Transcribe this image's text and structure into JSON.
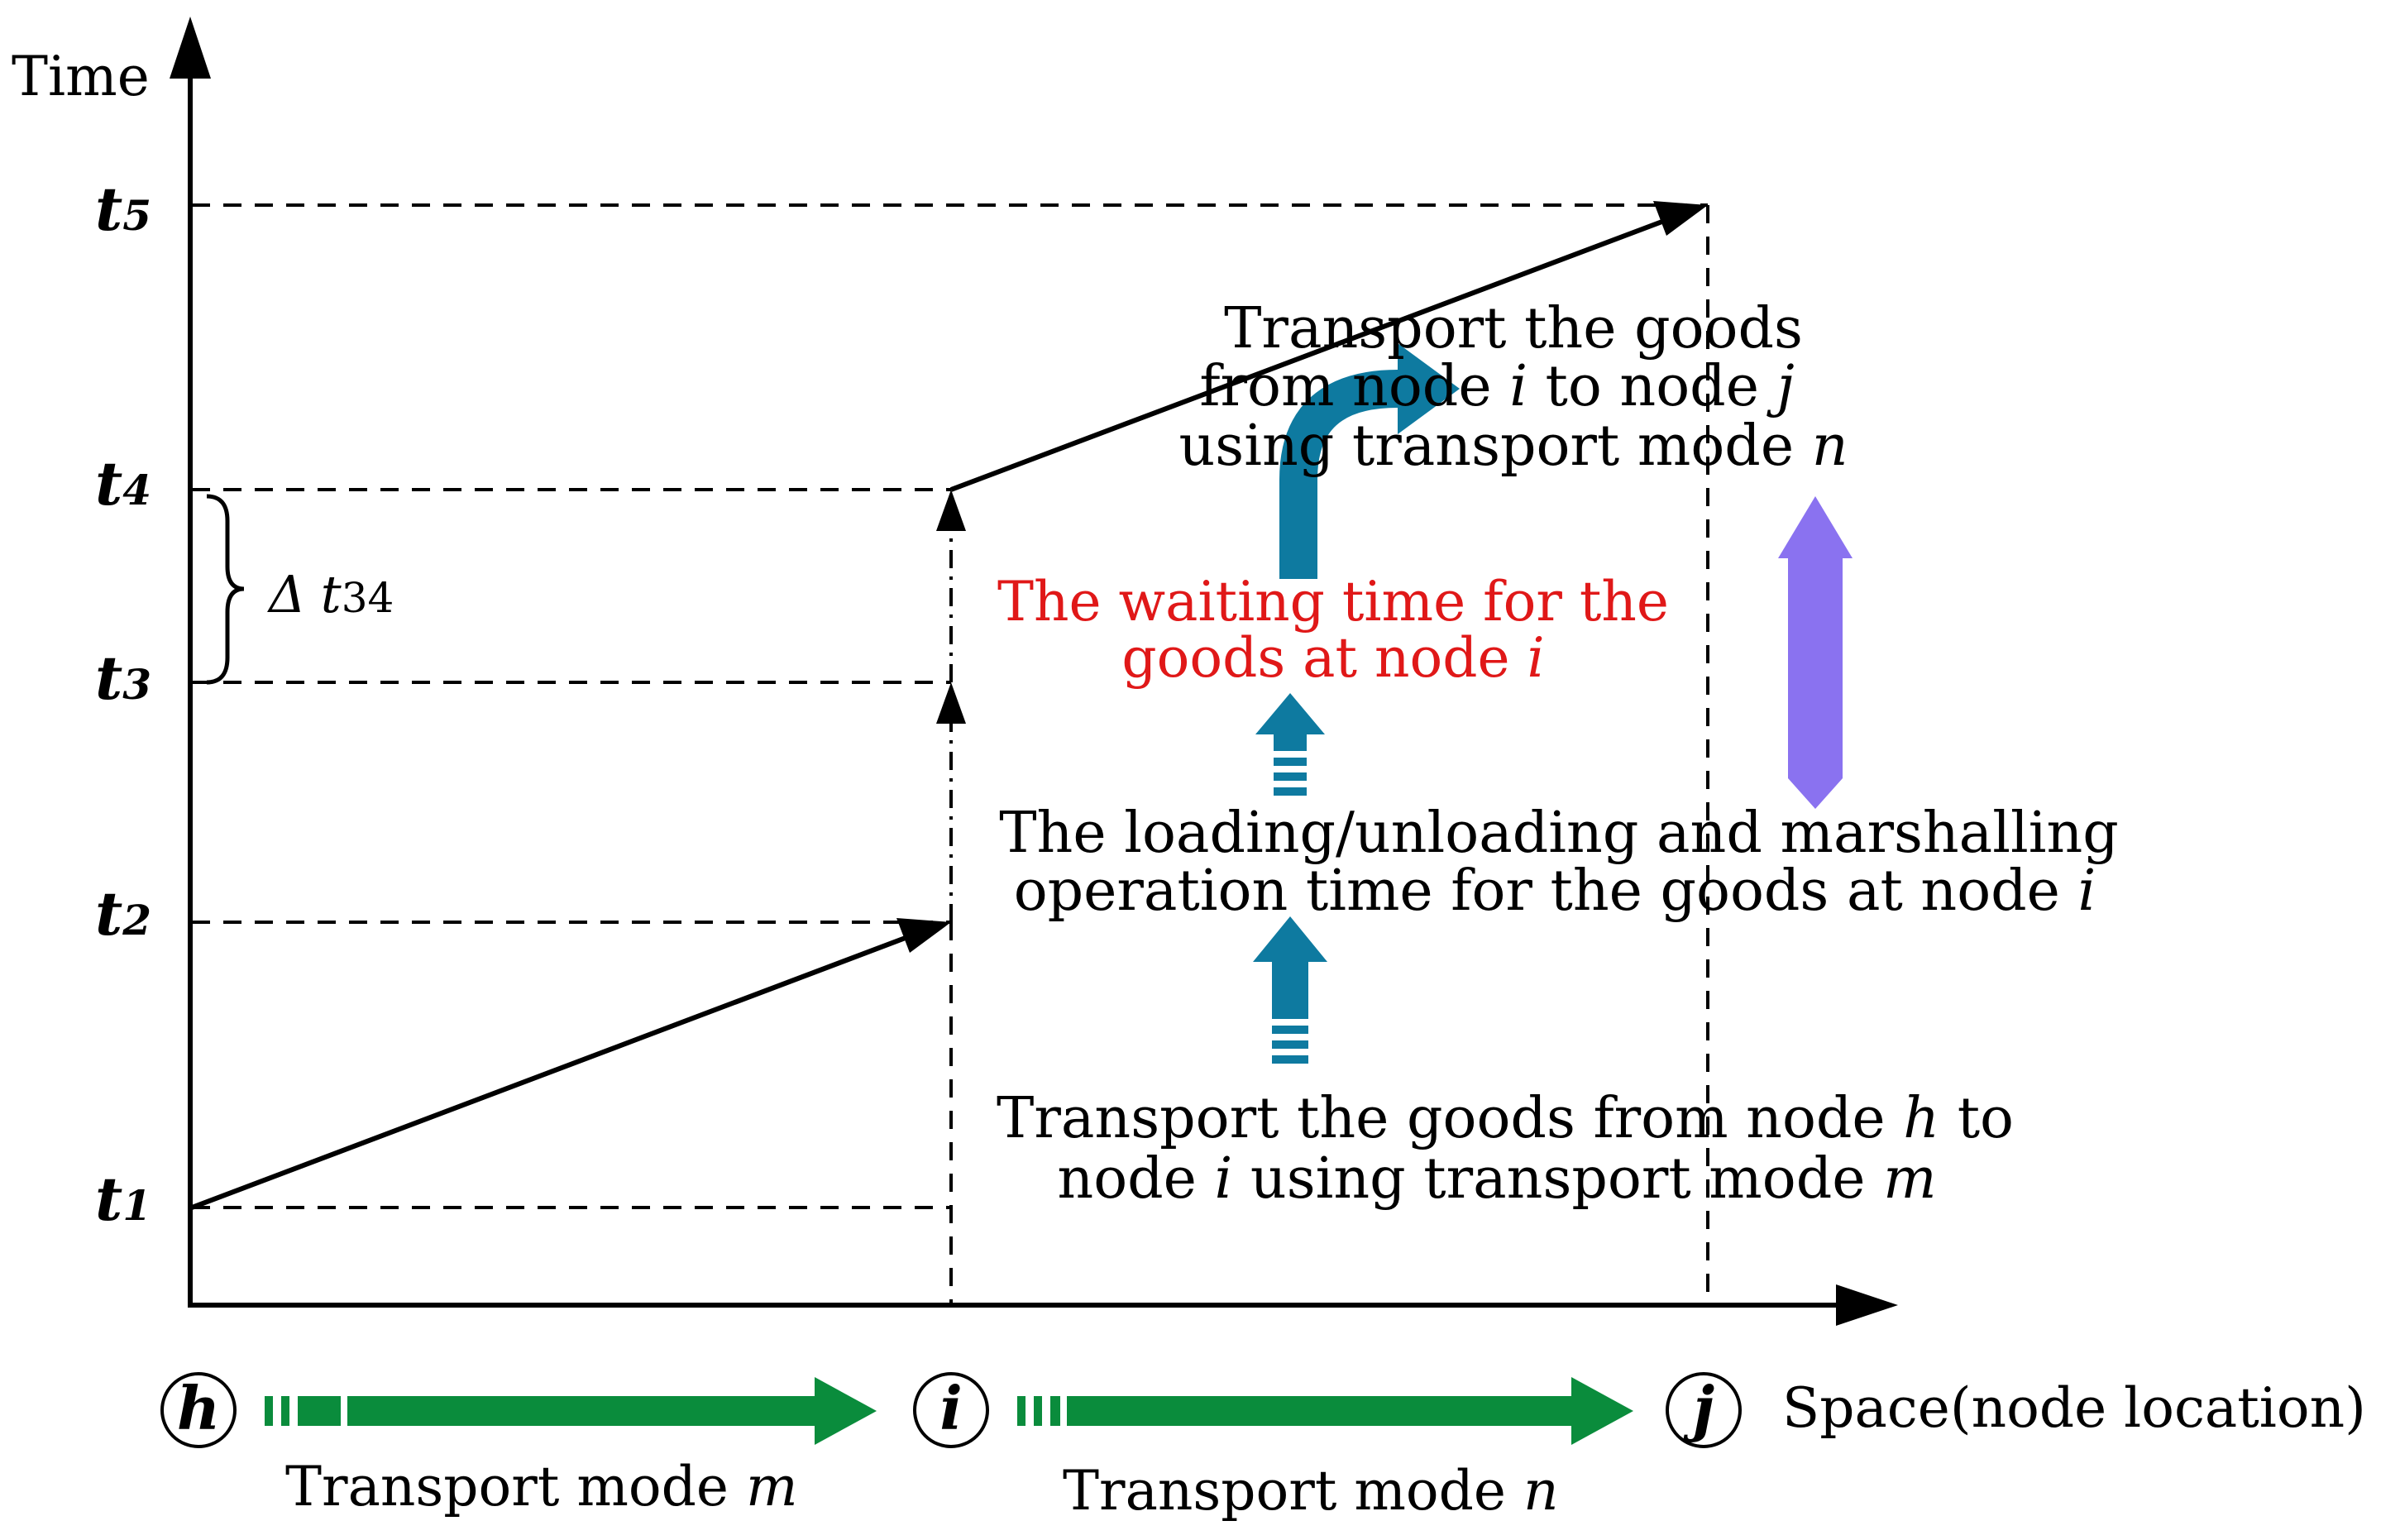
{
  "axes": {
    "y_label": "Time",
    "x_label": "Space(node location)"
  },
  "time_ticks": [
    {
      "base": "t",
      "sub": "5"
    },
    {
      "base": "t",
      "sub": "4"
    },
    {
      "base": "t",
      "sub": "3"
    },
    {
      "base": "t",
      "sub": "2"
    },
    {
      "base": "t",
      "sub": "1"
    }
  ],
  "delta": {
    "symbol": "Δ",
    "base": "t",
    "sub": "34"
  },
  "nodes": [
    {
      "letter": "h"
    },
    {
      "letter": "i"
    },
    {
      "letter": "j"
    }
  ],
  "modes": [
    {
      "prefix": "Transport mode ",
      "var": "m"
    },
    {
      "prefix": "Transport mode ",
      "var": "n"
    }
  ],
  "notes": {
    "upper": {
      "line1": "Transport the goods",
      "line2_a": "from node ",
      "line2_i": "i",
      "line2_b": " to node ",
      "line2_j": "j",
      "line3_a": "using transport mode ",
      "line3_n": "n"
    },
    "waiting": {
      "line1": "The waiting time for the",
      "line2_a": "goods at node ",
      "line2_i": "i"
    },
    "loading": {
      "line1": "The loading/unloading and marshalling",
      "line2_a": "operation time for the goods at node ",
      "line2_i": "i"
    },
    "lower": {
      "line1_a": "Transport the goods from node ",
      "line1_h": "h",
      "line1_b": " to",
      "line2_a": "node ",
      "line2_i": "i",
      "line2_b": " using transport mode ",
      "line2_m": "m"
    }
  },
  "colors": {
    "axis": "#000000",
    "teal_arrow": "#0e7aa0",
    "purple_arrow": "#8a72f0",
    "green_arrow": "#0a8c3c",
    "red_text": "#e01818"
  }
}
